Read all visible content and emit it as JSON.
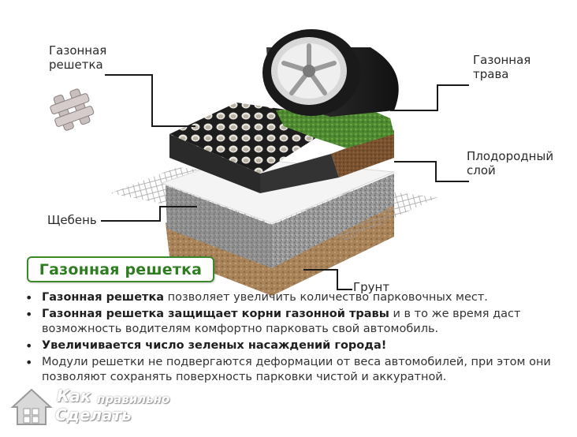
{
  "labels": {
    "grid_line1": "Газонная",
    "grid_line2": "решетка",
    "grass_line1": "Газонная",
    "grass_line2": "трава",
    "soil_line1": "Плодородный",
    "soil_line2": "слой",
    "gravel": "Щебень",
    "ground": "Грунт"
  },
  "badge": "Газонная решетка",
  "bullets": [
    {
      "bold": "Газонная решетка",
      "text": " позволяет увеличить количество парковочных мест."
    },
    {
      "bold": "Газонная решетка защищает корни газонной травы",
      "text": " и в то же время даст возможность водителям комфортно парковать свой автомобиль."
    },
    {
      "bold": "Увеличивается число зеленых насаждений города!",
      "text": ""
    },
    {
      "bold": "",
      "text": "Модули решетки не подвергаются деформации от веса автомобилей, при этом они позволяют сохранять поверхность парковки чистой и аккуратной."
    }
  ],
  "logo": {
    "word1": "Как",
    "word2": "правильно",
    "word3": "Сделать"
  },
  "colors": {
    "accent_green": "#2f7d21",
    "grass": "#4f8a32",
    "soil": "#7a5230",
    "gravel": "#8d8d8d",
    "grid": "#2b2b2b"
  }
}
